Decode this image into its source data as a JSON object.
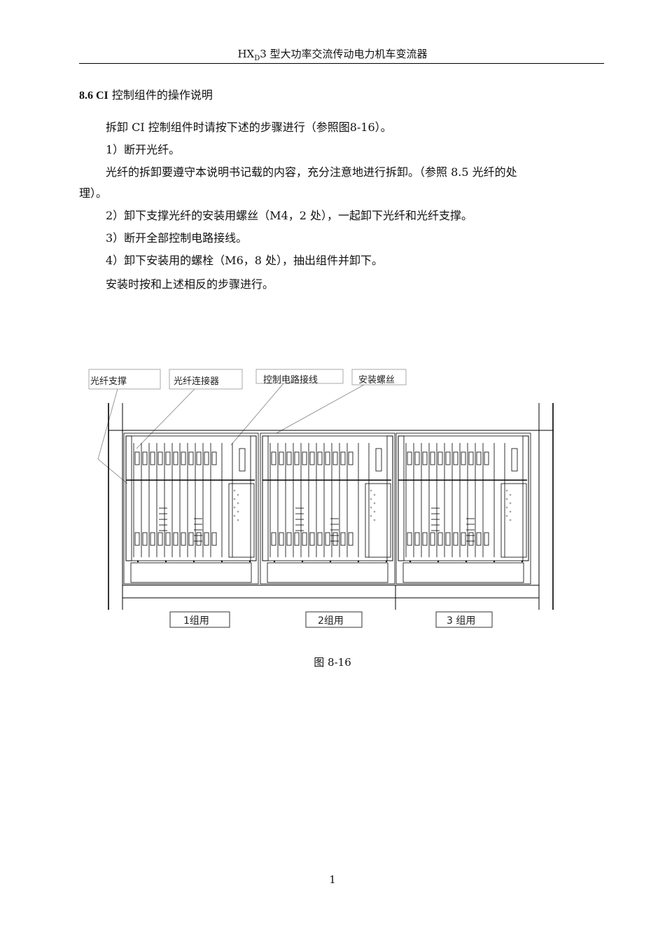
{
  "header": {
    "title_pre": "HX",
    "title_sub": "D",
    "title_post": "3 型大功率交流传动电力机车变流器"
  },
  "section": {
    "number": "8.6 CI",
    "title": "控制组件的操作说明"
  },
  "paragraphs": {
    "p1": "拆卸 CI 控制组件时请按下述的步骤进行（参照图8-16）。",
    "p2": "1）断开光纤。",
    "p3a": "光纤的拆卸要遵守本说明书记载的内容，充分注意地进行拆卸。（参照 8.5 光纤的处",
    "p3b": "理）。",
    "p4": "2）卸下支撑光纤的安装用螺丝（M4，2 处），一起卸下光纤和光纤支撑。",
    "p5": "3）断开全部控制电路接线。",
    "p6": "4）卸下安装用的螺栓（M6，8 处），抽出组件并卸下。",
    "p7": "安装时按和上述相反的步骤进行。"
  },
  "figure": {
    "callouts": [
      "光纤支撑",
      "光纤连接器",
      "控制电路接线",
      "安装螺丝"
    ],
    "group_labels": [
      "1组用",
      "2组用",
      "3 组用"
    ],
    "caption": "图 8-16"
  },
  "footer": {
    "page_number": "1"
  }
}
